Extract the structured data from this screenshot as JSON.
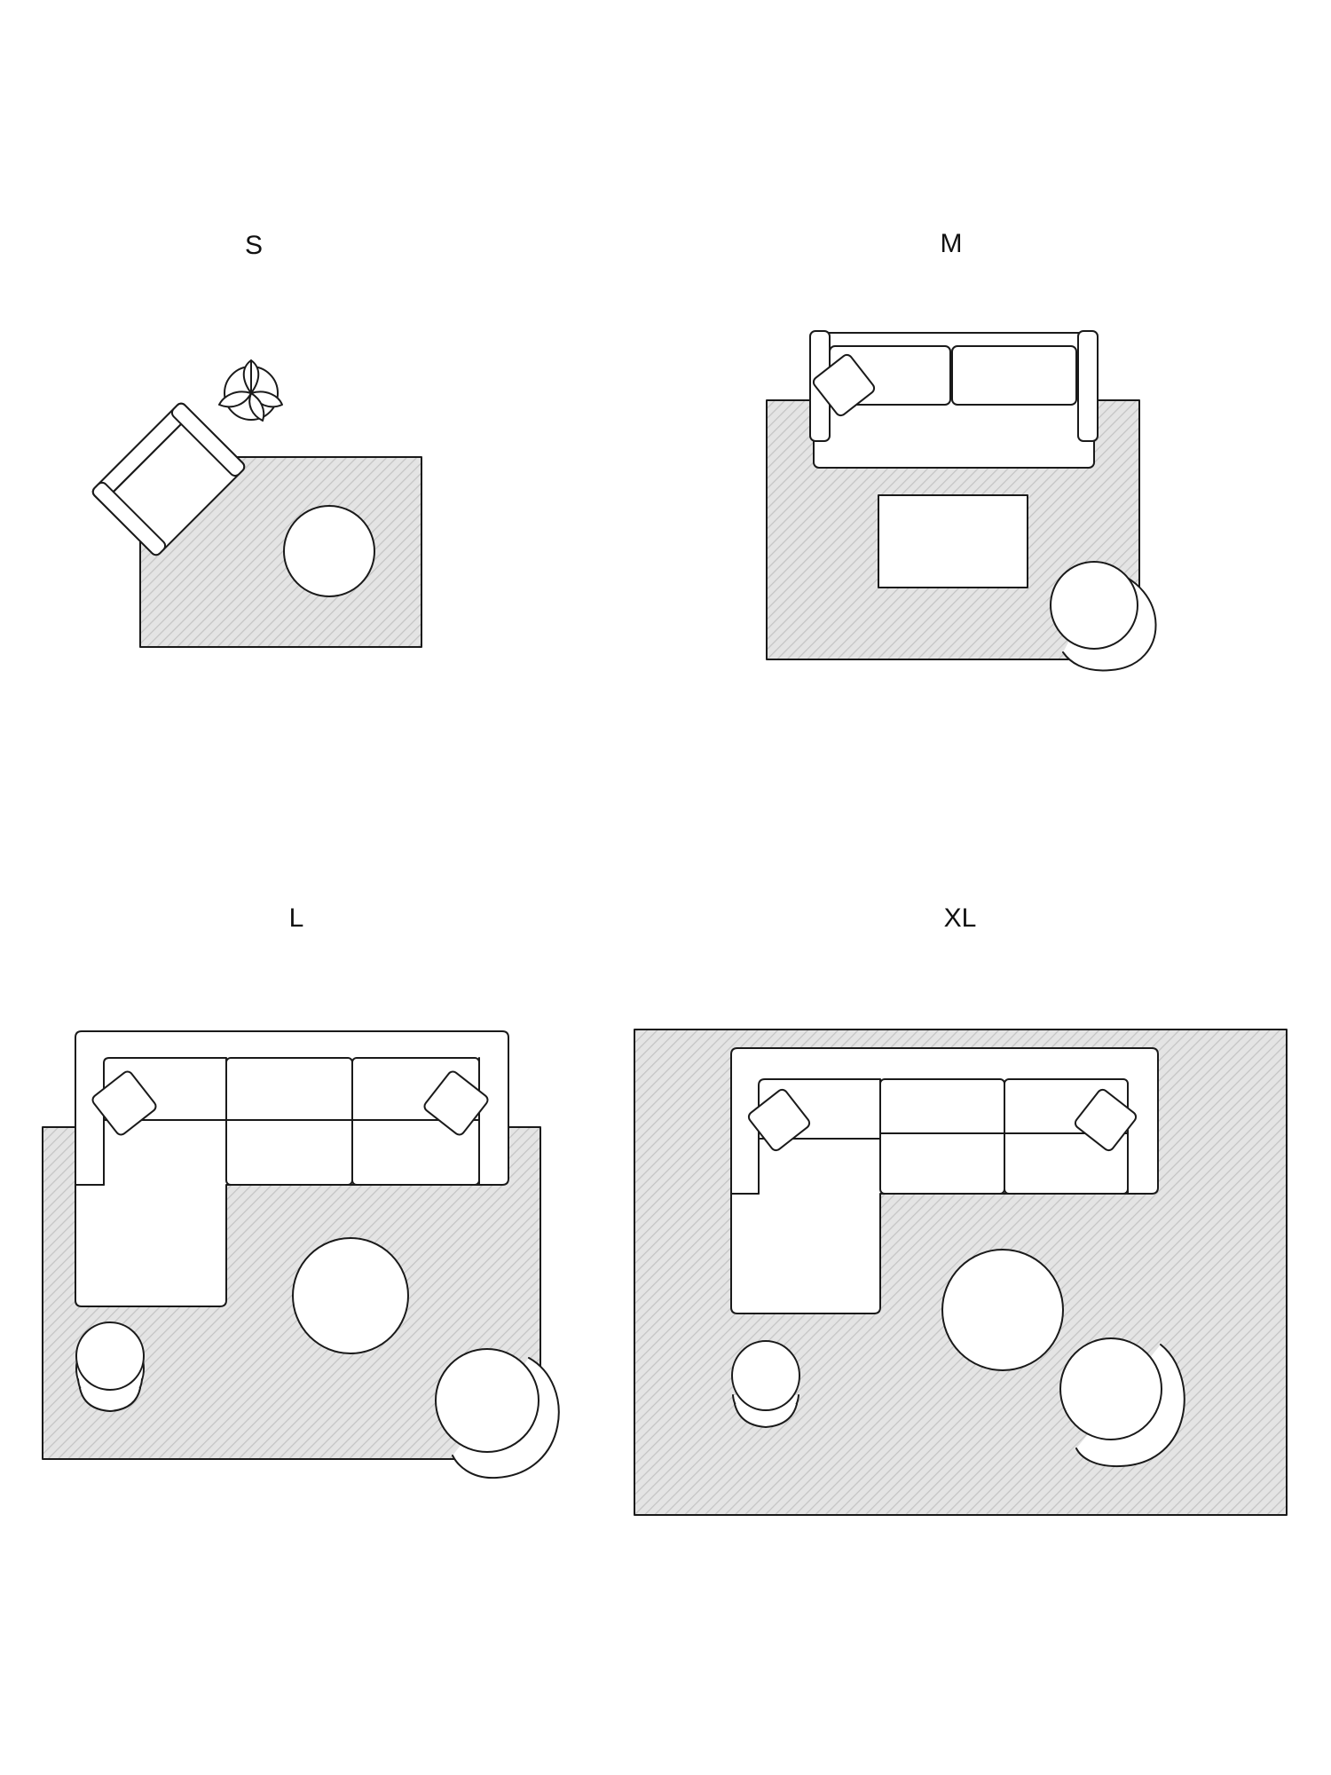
{
  "panels": [
    {
      "label": "S"
    },
    {
      "label": "M"
    },
    {
      "label": "L"
    },
    {
      "label": "XL"
    }
  ],
  "colors": {
    "line": "#1a1a1a",
    "rug_fill": "#e4e4e4",
    "rug_hatch": "#c4c4c4",
    "furniture_fill": "#ffffff",
    "background": "#ffffff"
  }
}
